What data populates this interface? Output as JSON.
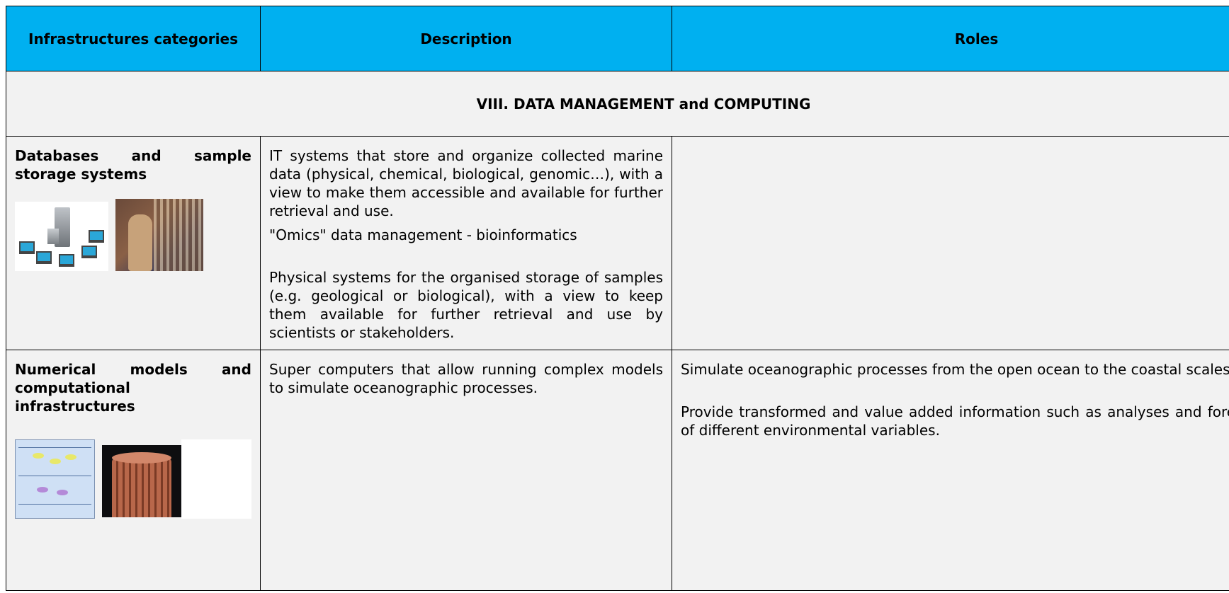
{
  "header": {
    "col1": "Infrastructures categories",
    "col2": "Description",
    "col3": "Roles"
  },
  "section": {
    "title": "VIII. DATA MANAGEMENT and COMPUTING"
  },
  "rows": [
    {
      "category": "Databases and sample storage systems",
      "description": [
        "IT systems that store and organize collected marine data (physical, chemical, biological, genomic…), with a view to make them accessible and available for further retrieval and use.",
        "\"Omics\" data management - bioinformatics",
        "Physical systems for the organised storage of samples (e.g. geological or biological), with a view to keep them available for further retrieval and use by scientists or stakeholders."
      ],
      "roles": []
    },
    {
      "category": "Numerical models and computational infrastructures",
      "description": [
        "Super computers that allow running complex models to simulate oceanographic processes."
      ],
      "roles": [
        "Simulate oceanographic processes from the open ocean to the coastal scales.",
        "Provide transformed and value added information such as analyses and forecasts of different environmental variables."
      ]
    }
  ]
}
